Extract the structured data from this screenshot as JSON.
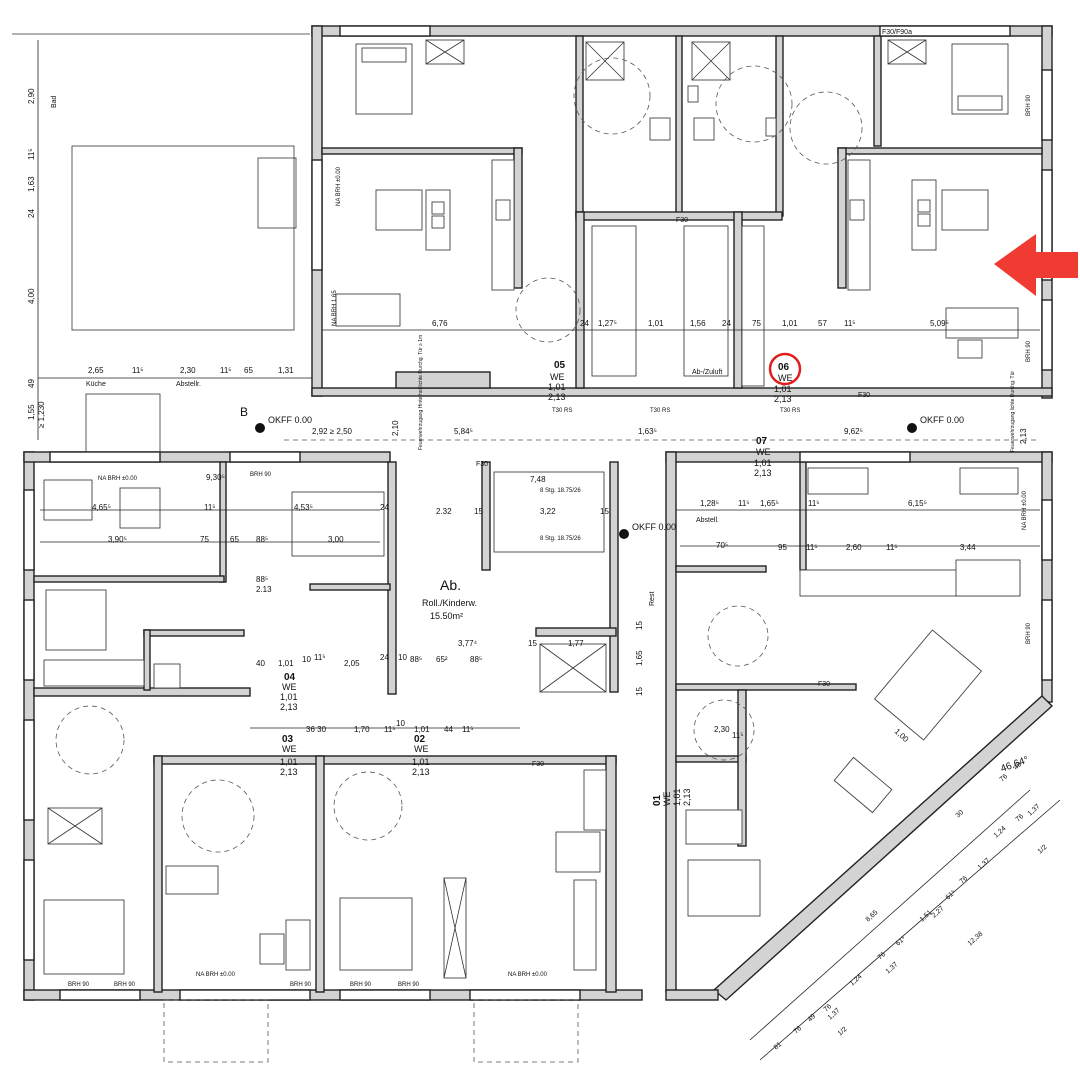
{
  "annotations": {
    "marker_color": "#e11d1d",
    "arrow_color": "#ef3b32",
    "circled_unit": "06"
  },
  "units": [
    {
      "number": "05",
      "type": "WE",
      "size_w": "1,01",
      "size_h": "2,13"
    },
    {
      "number": "06",
      "type": "WE",
      "size_w": "1,01",
      "size_h": "2,13"
    },
    {
      "number": "07",
      "type": "WE",
      "size_w": "1,01",
      "size_h": "2,13"
    },
    {
      "number": "04",
      "type": "WE",
      "size_w": "1,01",
      "size_h": "2,13"
    },
    {
      "number": "03",
      "type": "WE",
      "size_w": "1,01",
      "size_h": "2,13"
    },
    {
      "number": "02",
      "type": "WE",
      "size_w": "1,01",
      "size_h": "2,13"
    },
    {
      "number": "01",
      "type": "WE",
      "size_w": "1,01",
      "size_h": "2,13"
    }
  ],
  "rooms": {
    "storage_title": "Ab.",
    "storage_desc": "Roll./Kinderw.",
    "storage_area": "15.50m²",
    "ab_zuluft": "Ab-/Zuluft",
    "abstell": "Abstell.",
    "kueche": "Küche",
    "abstellr": "Abstellr.",
    "bad": "Bad",
    "rest": "Rest"
  },
  "levels": {
    "okff_left": "OKFF 0.00",
    "okff_right": "OKFF 0.00",
    "okff_center": "OKFF 0.00",
    "section_marker": "B"
  },
  "stairs": {
    "upper": "8 Stg. 18.75/26",
    "lower": "8 Stg. 18.75/26"
  },
  "fire_ratings": {
    "f30_f90a": "F30/F90a",
    "f30": "F30",
    "t30_rs": "T30 RS"
  },
  "labels": {
    "na_brh": "NA BRH ±0.00",
    "brh_90": "BRH 90",
    "brh_165": "NA BRH 1.65",
    "angle": "46.64°",
    "escape_left": "Feuerwehrzugang Hinterhof lichte Durchg. Tür ≥ 1m",
    "escape_right": "Feuerwehrzugang lichte Durchg. Tür"
  },
  "dimensions": {
    "top_row": [
      "6,76",
      "1,27⁵",
      "1,01",
      "1,56",
      "24",
      "75",
      "1,01",
      "57",
      "11⁵",
      "5,09⁵",
      "24"
    ],
    "left_row": [
      "2,65",
      "11⁵",
      "2,30",
      "11⁵",
      "65",
      "1,31"
    ],
    "left_vertical": [
      "2,90",
      "11⁵",
      "1,63",
      "24",
      "4,00",
      "49",
      "1,55",
      "≥ 1,230"
    ],
    "corridor": [
      "2,92 ≥ 2,50",
      "5,84⁵",
      "1,63⁵",
      "9,62⁵",
      "2,10",
      "2,13"
    ],
    "mid_row": [
      "9,30⁵",
      "4,65⁵",
      "11⁵",
      "4,53⁵",
      "24",
      "2.32",
      "15",
      "3,22",
      "15",
      "1,28⁵",
      "11⁵",
      "1,65⁵",
      "11⁵",
      "6,15⁵"
    ],
    "mid_row2": [
      "3,90⁵",
      "75",
      "65",
      "88⁵",
      "3,00",
      "7,48",
      "70⁵",
      "95",
      "11⁵",
      "2,60",
      "11⁵",
      "3,44"
    ],
    "misc": [
      "88⁵",
      "2.13",
      "40",
      "1,01",
      "10",
      "11⁵",
      "2,05",
      "24",
      "10",
      "88⁵",
      "65²",
      "88⁵",
      "3,77⁴",
      "15",
      "1,77",
      "1,65",
      "15",
      "15",
      "36 30",
      "1,70",
      "11⁵",
      "10",
      "1,01",
      "44",
      "11⁵",
      "2,30",
      "11⁵",
      "1,00"
    ],
    "diagonal": [
      "76",
      "49",
      "30",
      "1,24",
      "76",
      "1,37",
      "1/2",
      "8,65",
      "12,38",
      "81",
      "76",
      "49",
      "76",
      "1,24",
      "76",
      "61⁵",
      "1,51",
      "61⁵",
      "76",
      "1,37",
      "2,27",
      "1,37",
      "1,37",
      "1/2"
    ]
  }
}
